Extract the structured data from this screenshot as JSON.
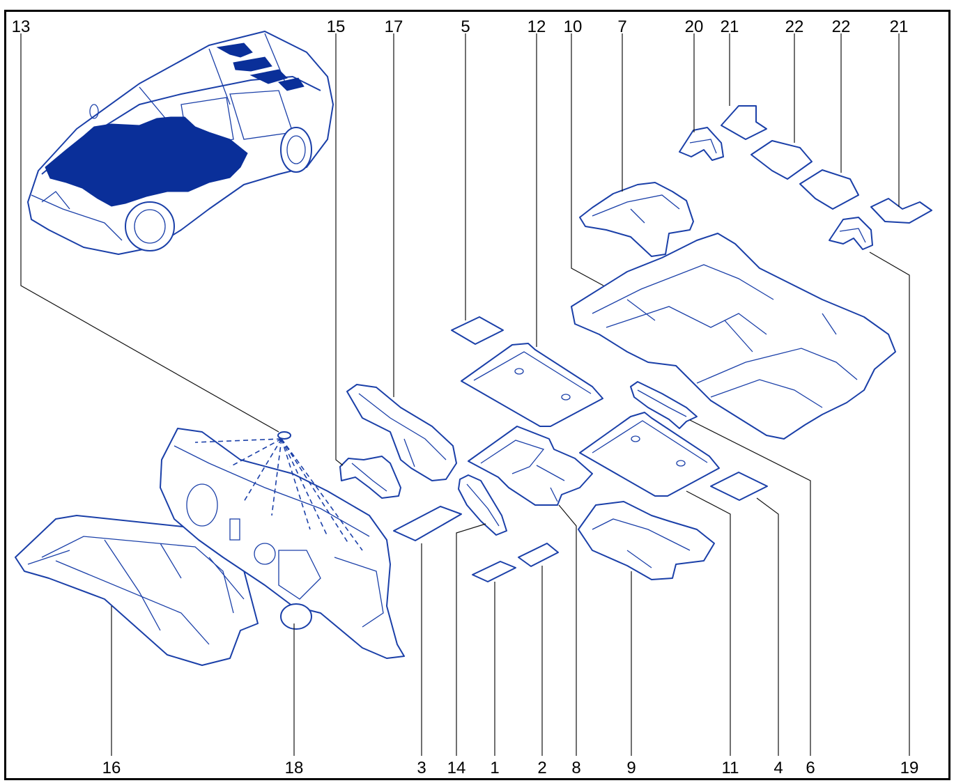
{
  "colors": {
    "line": "#1a3fa8",
    "highlight": "#0a2f99",
    "frame": "#000000"
  },
  "callouts": {
    "top": [
      "13",
      "15",
      "17",
      "5",
      "12",
      "10",
      "7",
      "20",
      "21",
      "22",
      "22",
      "21"
    ],
    "bottom": [
      "16",
      "18",
      "3",
      "14",
      "1",
      "2",
      "8",
      "9",
      "11",
      "4",
      "6",
      "19"
    ]
  }
}
